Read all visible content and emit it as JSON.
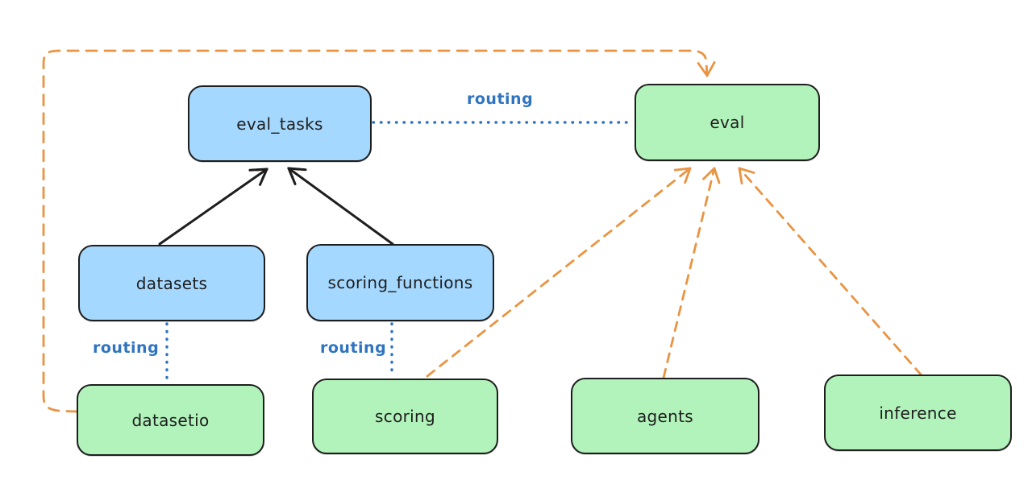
{
  "diagram": {
    "nodes": [
      {
        "id": "eval_tasks",
        "label": "eval_tasks",
        "fill": "#a5d8ff"
      },
      {
        "id": "eval",
        "label": "eval",
        "fill": "#b2f2bb"
      },
      {
        "id": "datasets",
        "label": "datasets",
        "fill": "#a5d8ff"
      },
      {
        "id": "scoring_functions",
        "label": "scoring_functions",
        "fill": "#a5d8ff"
      },
      {
        "id": "datasetio",
        "label": "datasetio",
        "fill": "#b2f2bb"
      },
      {
        "id": "scoring",
        "label": "scoring",
        "fill": "#b2f2bb"
      },
      {
        "id": "agents",
        "label": "agents",
        "fill": "#b2f2bb"
      },
      {
        "id": "inference",
        "label": "inference",
        "fill": "#b2f2bb"
      }
    ],
    "edges": [
      {
        "from": "datasets",
        "to": "eval_tasks",
        "style": "solid",
        "color": "#1e1e1e",
        "arrow": true,
        "label": ""
      },
      {
        "from": "scoring_functions",
        "to": "eval_tasks",
        "style": "solid",
        "color": "#1e1e1e",
        "arrow": true,
        "label": ""
      },
      {
        "from": "eval_tasks",
        "to": "eval",
        "style": "dotted",
        "color": "#2f74c0",
        "arrow": false,
        "label": "routing"
      },
      {
        "from": "datasets",
        "to": "datasetio",
        "style": "dotted",
        "color": "#2f74c0",
        "arrow": false,
        "label": "routing"
      },
      {
        "from": "scoring_functions",
        "to": "scoring",
        "style": "dotted",
        "color": "#2f74c0",
        "arrow": false,
        "label": "routing"
      },
      {
        "from": "datasetio",
        "to": "eval",
        "style": "dashed",
        "color": "#e89442",
        "arrow": true,
        "label": ""
      },
      {
        "from": "scoring",
        "to": "eval",
        "style": "dashed",
        "color": "#e89442",
        "arrow": true,
        "label": ""
      },
      {
        "from": "agents",
        "to": "eval",
        "style": "dashed",
        "color": "#e89442",
        "arrow": true,
        "label": ""
      },
      {
        "from": "inference",
        "to": "eval",
        "style": "dashed",
        "color": "#e89442",
        "arrow": true,
        "label": ""
      }
    ],
    "colors": {
      "api_fill": "#a5d8ff",
      "provider_fill": "#b2f2bb",
      "stroke": "#1e1e1e",
      "routing_line": "#2f74c0",
      "dashed_line": "#e89442",
      "background": "#ffffff"
    }
  }
}
